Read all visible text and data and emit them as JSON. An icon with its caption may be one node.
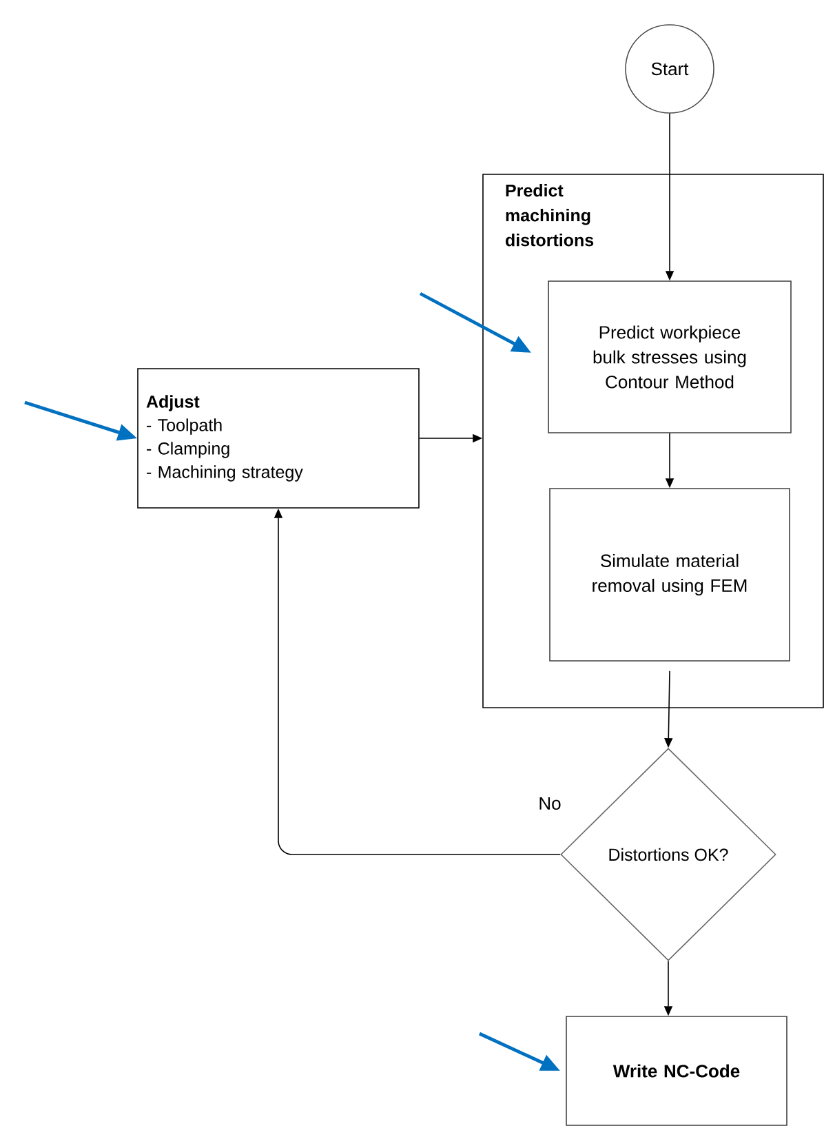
{
  "diagram": {
    "nodes": [
      {
        "text": [
          "Start"
        ]
      },
      {
        "text": [
          "Predict machining distortions"
        ]
      },
      {
        "text": [
          "Predict workpiece bulk stresses using Contour Method"
        ],
        "in": 1
      },
      {
        "text": [
          "Simulate material removal using FEM"
        ],
        "in": 1
      },
      {
        "text": [
          "Adjust",
          "- Toolpath",
          "- Clamping",
          "- Machining strategy"
        ]
      },
      {
        "text": [
          "Distortions OK?"
        ]
      },
      {
        "text": [
          "Write NC-Code"
        ]
      }
    ],
    "edges": [
      {
        "from": 0,
        "to": 2,
        "arrow": "to"
      },
      {
        "from": 4,
        "to": 1,
        "arrow": "to"
      },
      {
        "from": 2,
        "to": 3,
        "arrow": "to"
      },
      {
        "from": 3,
        "to": 5,
        "arrow": "to"
      },
      {
        "from": 5,
        "to": 4,
        "arrow": "to",
        "label": "No"
      },
      {
        "from": 5,
        "to": 6,
        "arrow": "to"
      },
      {
        "from": null,
        "to": 4,
        "arrow": "to",
        "style": "thick",
        "color": "#0070c0"
      },
      {
        "from": null,
        "to": 2,
        "arrow": "to",
        "style": "thick",
        "color": "#0070c0"
      },
      {
        "from": null,
        "to": 6,
        "arrow": "to",
        "style": "thick",
        "color": "#0070c0"
      }
    ]
  }
}
